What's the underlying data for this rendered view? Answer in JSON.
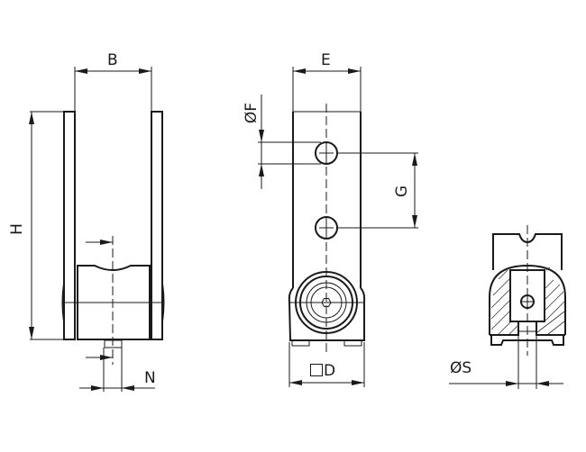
{
  "labels": {
    "B": "B",
    "H": "H",
    "N": "N",
    "E": "E",
    "F": "ØF",
    "G": "G",
    "D": "D",
    "S": "ØS"
  }
}
